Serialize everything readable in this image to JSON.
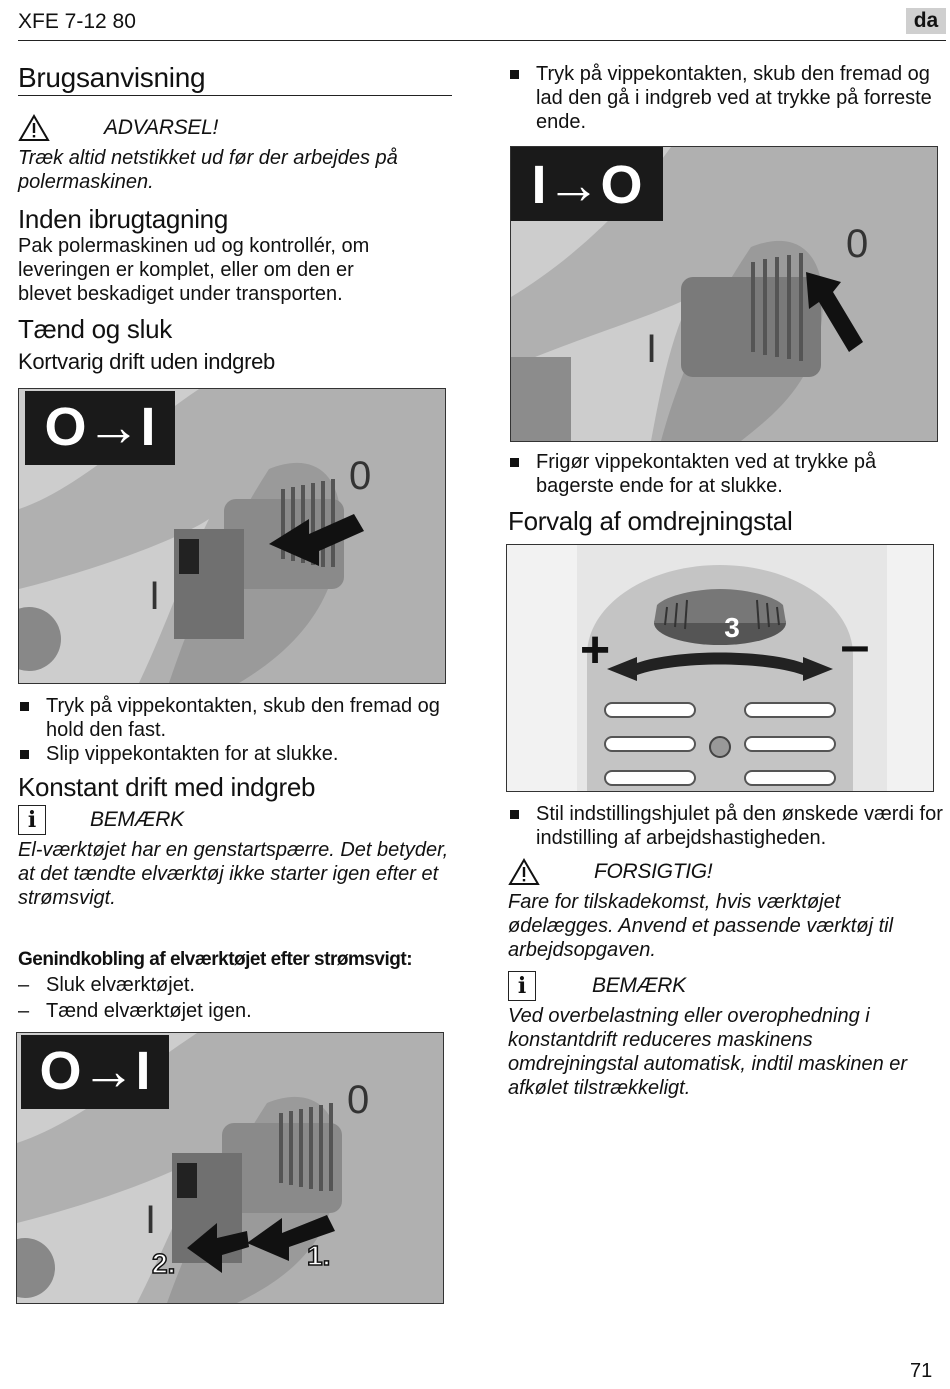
{
  "header": {
    "model": "XFE 7-12 80",
    "lang": "da"
  },
  "footer": {
    "page": "71"
  },
  "left": {
    "title": "Brugsanvisning",
    "warning": {
      "label": "ADVARSEL!",
      "text": "Træk altid netstikket ud før der arbejdes på polermaskinen."
    },
    "before_use": {
      "heading": "Inden ibrugtagning",
      "text": "Pak polermaskinen ud og kontrollér, om leveringen er komplet, eller om den er blevet beskadiget under transporten."
    },
    "on_off": {
      "heading": "Tænd og sluk",
      "sub_heading": "Kortvarig drift uden indgreb",
      "fig1_symbol": "O→I",
      "bullets": [
        "Tryk på vippekontakten, skub den fremad og hold den fast.",
        "Slip vippekontakten for at slukke."
      ]
    },
    "continuous": {
      "heading": "Konstant drift med indgreb",
      "note": {
        "label": "BEMÆRK",
        "text": "El-værktøjet har en genstartspærre. Det betyder, at det tændte elværktøj ikke starter igen efter et strømsvigt."
      },
      "restart_heading": "Genindkobling af elværktøjet efter strømsvigt:",
      "dash_items": [
        "Sluk elværktøjet.",
        "Tænd elværktøjet igen."
      ],
      "fig3_symbol": "O→I",
      "fig3_step1": "1.",
      "fig3_step2": "2."
    }
  },
  "right": {
    "bullet_lock": "Tryk på vippekontakten, skub den fremad og lad den gå i indgreb ved at trykke på forreste ende.",
    "fig2_symbol": "I→O",
    "bullet_release": "Frigør vippekontakten ved at trykke på bagerste ende for at slukke.",
    "speed": {
      "heading": "Forvalg af omdrejningstal",
      "dial_value": "3",
      "plus": "+",
      "minus": "–",
      "bullet": "Stil indstillingshjulet på den ønskede værdi for indstilling af arbejdshastigheden."
    },
    "caution": {
      "label": "FORSIGTIG!",
      "text": "Fare for tilskadekomst, hvis værktøjet ødelægges. Anvend et passende værktøj til arbejdsopgaven."
    },
    "note2": {
      "label": "BEMÆRK",
      "text": "Ved overbelastning eller overophedning i konstantdrift reduceres maskinens omdrejningstal automatisk, indtil maskinen er afkølet tilstrækkeligt."
    }
  }
}
